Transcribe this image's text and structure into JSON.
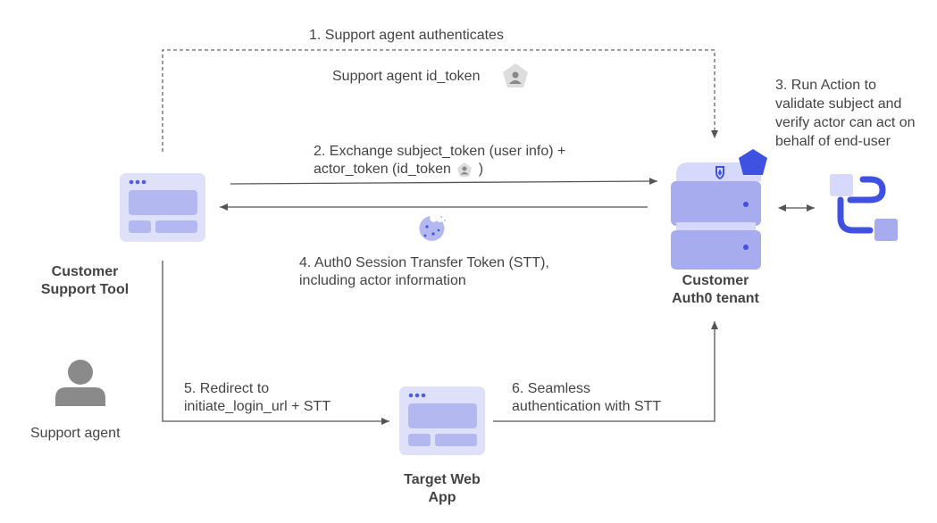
{
  "steps": {
    "step1": "1. Support agent authenticates",
    "step1_sub": "Support agent id_token",
    "step2_line1": "2. Exchange subject_token (user info) +",
    "step2_line2_pre": "actor_token (id_token",
    "step2_line2_post": ")",
    "step3_line1": "3. Run Action to",
    "step3_line2": "validate subject and",
    "step3_line3": "verify actor can act on",
    "step3_line4": "behalf of end-user",
    "step4_line1": "4. Auth0 Session Transfer Token (STT),",
    "step4_line2": "including actor information",
    "step5_line1": "5. Redirect to",
    "step5_line2": "initiate_login_url + STT",
    "step6_line1": "6. Seamless",
    "step6_line2": "authentication with  STT"
  },
  "nodes": {
    "support_tool_line1": "Customer",
    "support_tool_line2": "Support Tool",
    "tenant_line1": "Customer",
    "tenant_line2": "Auth0 tenant",
    "web_app_line1": "Target Web",
    "web_app_line2": "App",
    "support_agent": "Support agent"
  },
  "colors": {
    "window_bg": "#dfe1fb",
    "window_panel": "#b4b8f1",
    "window_dot": "#4e5ee0",
    "server_light": "#d6d9fb",
    "server_dark": "#a7acee",
    "auth0_blue": "#3f51e0",
    "line": "#555555",
    "person": "#8a8a8a"
  }
}
